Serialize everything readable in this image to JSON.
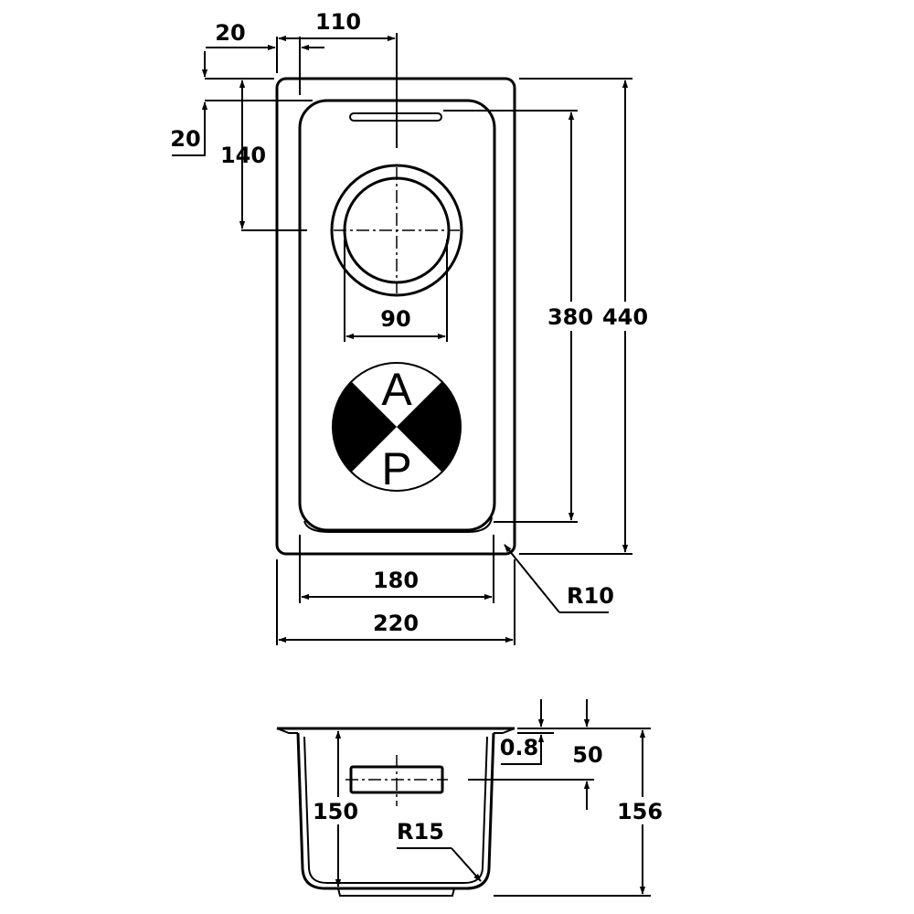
{
  "top_view": {
    "dims": {
      "offset_x": "20",
      "waste_x": "110",
      "offset_y": "20",
      "waste_y": "140",
      "waste_dia": "90",
      "bowl_length": "380",
      "overall_length": "440",
      "bowl_width": "180",
      "overall_width": "220",
      "corner_radius": "R10"
    },
    "logo": {
      "letter_top": "A",
      "letter_bottom": "P"
    }
  },
  "section_view": {
    "dims": {
      "thickness": "0.8",
      "overflow_offset": "50",
      "bowl_depth": "150",
      "overall_depth": "156",
      "inner_radius": "R15"
    }
  }
}
